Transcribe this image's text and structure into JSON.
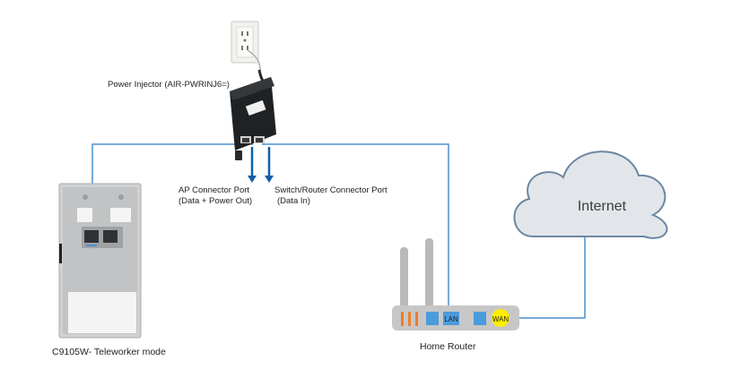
{
  "labels": {
    "power_injector": "Power Injector (AIR-PWRINJ6=)",
    "ap_port_line1": "AP Connector Port",
    "ap_port_line2": "(Data + Power Out)",
    "switch_port_line1": "Switch/Router Connector Port",
    "switch_port_line2": "(Data In)",
    "ap_name": "C9105W- Teleworker mode",
    "home_router": "Home Router",
    "internet": "Internet",
    "lan_port": "LAN",
    "wan_port": "WAN"
  },
  "colors": {
    "cable": "#4a8fd0",
    "arrow": "#0f5fa8",
    "cloud_fill": "#e2e6ea",
    "cloud_stroke": "#6d87a1",
    "router_body": "#c7c7c7",
    "antenna": "#b9b9b9",
    "port_blue": "#4a9bdc",
    "wan_yellow": "#ffee00",
    "led_orange": "#ef7e2a",
    "injector_body": "#1f2224"
  },
  "icons": [
    "wall-outlet-icon",
    "power-injector-icon",
    "access-point-icon",
    "home-router-icon",
    "cloud-icon"
  ]
}
